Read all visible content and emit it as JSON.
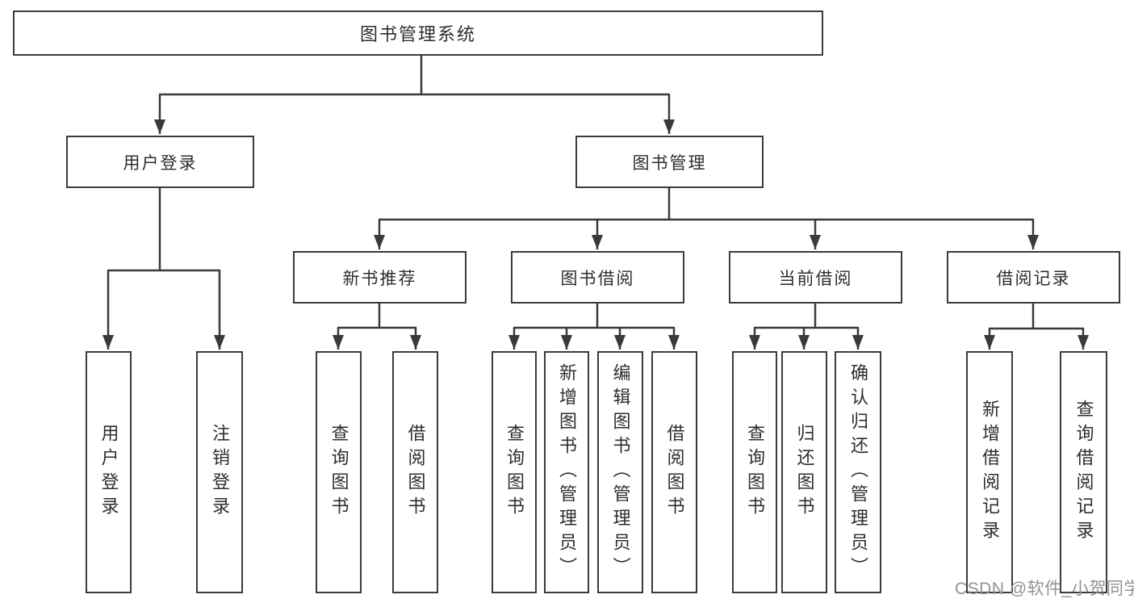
{
  "diagram": {
    "title": "图书管理系统",
    "branches": [
      {
        "label": "用户登录",
        "children": [
          {
            "label": "用户登录"
          },
          {
            "label": "注销登录"
          }
        ]
      },
      {
        "label": "图书管理",
        "groups": [
          {
            "label": "新书推荐",
            "children": [
              {
                "label": "查询图书"
              },
              {
                "label": "借阅图书"
              }
            ]
          },
          {
            "label": "图书借阅",
            "children": [
              {
                "label": "查询图书"
              },
              {
                "label": "新增图书（管理员）"
              },
              {
                "label": "编辑图书（管理员）"
              },
              {
                "label": "借阅图书"
              }
            ]
          },
          {
            "label": "当前借阅",
            "children": [
              {
                "label": "查询图书"
              },
              {
                "label": "归还图书"
              },
              {
                "label": "确认归还（管理员）"
              }
            ]
          },
          {
            "label": "借阅记录",
            "children": [
              {
                "label": "新增借阅记录"
              },
              {
                "label": "查询借阅记录"
              }
            ]
          }
        ]
      }
    ]
  },
  "watermark": {
    "text": "CSDN @软件_小贺同学"
  },
  "colors": {
    "line": "#3a3a3a",
    "box_border": "#3b3b3b",
    "box_fill": "#ffffff",
    "text": "#2e2e2e",
    "watermark": "#929292",
    "background": "#ffffff"
  }
}
